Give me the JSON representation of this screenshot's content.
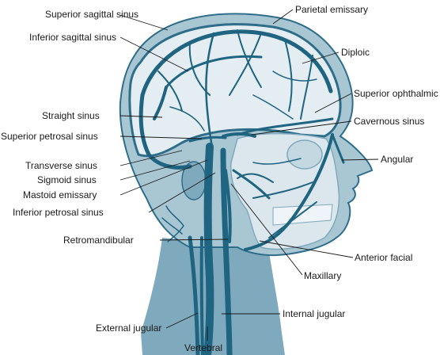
{
  "diagram": {
    "colors": {
      "tissue_dark": "#2e6e8a",
      "tissue_mid": "#7fa9bc",
      "tissue_light": "#c4d8e2",
      "skull": "#e3edf2",
      "vein": "#1f6480",
      "leader": "#1a1a1a",
      "text": "#1a1a1a"
    },
    "labels": {
      "superior_sagittal_sinus": "Superior sagittal sinus",
      "parietal_emissary": "Parietal emissary",
      "inferior_sagittal_sinus": "Inferior sagittal sinus",
      "diploic": "Diploic",
      "superior_ophthalmic": "Superior ophthalmic",
      "straight_sinus": "Straight sinus",
      "cavernous_sinus": "Cavernous sinus",
      "superior_petrosal_sinus": "Superior petrosal sinus",
      "angular": "Angular",
      "transverse_sinus": "Transverse sinus",
      "sigmoid_sinus": "Sigmoid sinus",
      "mastoid_emissary": "Mastoid emissary",
      "inferior_petrosal_sinus": "Inferior petrosal sinus",
      "retromandibular": "Retromandibular",
      "anterior_facial": "Anterior facial",
      "maxillary": "Maxillary",
      "internal_jugular": "Internal jugular",
      "external_jugular": "External jugular",
      "vertebral": "Vertebral"
    }
  }
}
